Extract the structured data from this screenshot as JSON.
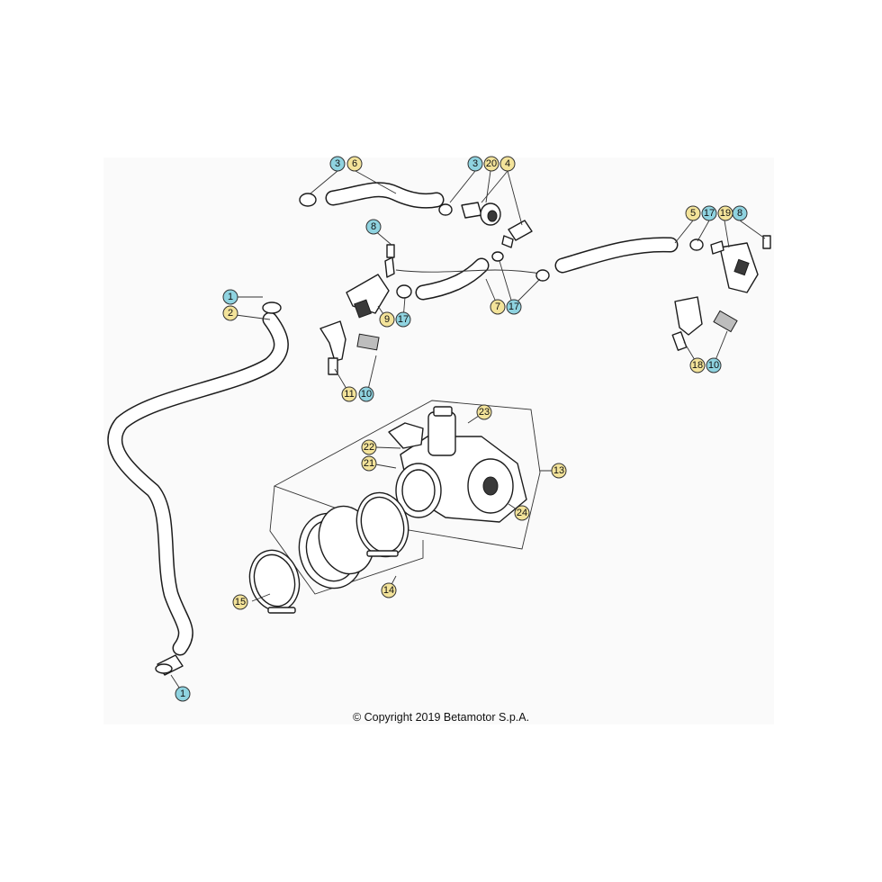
{
  "copyright": "© Copyright 2019 Betamotor S.p.A.",
  "colors": {
    "callout_cyan": "#8fd3e0",
    "callout_yellow": "#f3e39a",
    "line": "#1c1c1c",
    "background_panel": "#fafafa"
  },
  "callouts": {
    "c1_top": "1",
    "c2": "2",
    "c3_a": "3",
    "c6": "6",
    "c3_b": "3",
    "c20": "20",
    "c4": "4",
    "c8_a": "8",
    "c5": "5",
    "c17_a": "17",
    "c19": "19",
    "c8_b": "8",
    "c9": "9",
    "c17_b": "17",
    "c7": "7",
    "c17_c": "17",
    "c11": "11",
    "c10_a": "10",
    "c18": "18",
    "c10_b": "10",
    "c23": "23",
    "c22": "22",
    "c21": "21",
    "c13": "13",
    "c24": "24",
    "c15": "15",
    "c14": "14",
    "c1_bottom": "1"
  }
}
